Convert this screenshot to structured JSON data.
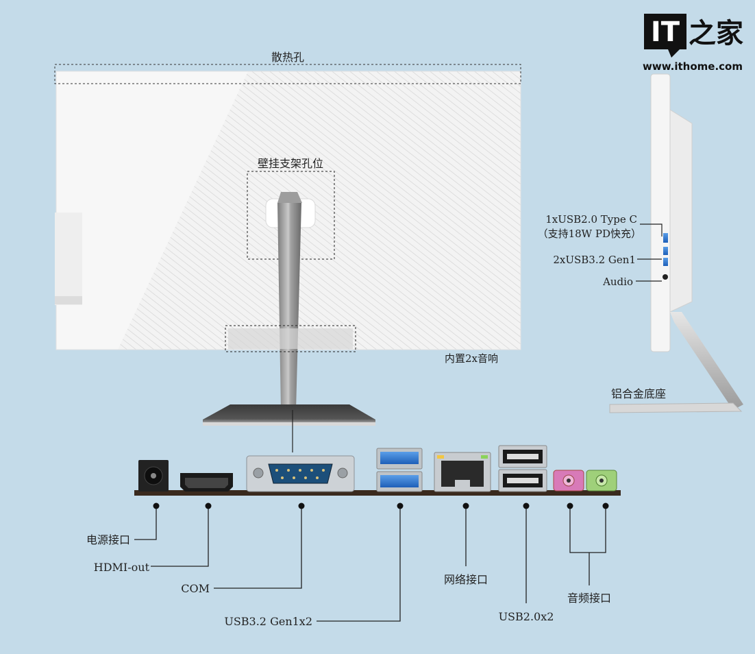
{
  "brand": {
    "logo_it": "IT",
    "logo_cn": "之家",
    "url": "www.ithome.com"
  },
  "rear_view": {
    "vent_label": "散热孔",
    "wall_mount_label": "壁挂支架孔位",
    "speaker_label": "内置2x音响"
  },
  "side_view": {
    "usb_c_label": "1xUSB2.0 Type C",
    "usb_c_note": "（支持18W PD快充）",
    "usb3_label": "2xUSB3.2 Gen1",
    "audio_label": "Audio",
    "base_label": "铝合金底座"
  },
  "io_panel": {
    "power_label": "电源接口",
    "hdmi_label": "HDMI-out",
    "com_label": "COM",
    "usb3_label": "USB3.2 Gen1x2",
    "lan_label": "网络接口",
    "usb2_label": "USB2.0x2",
    "audio_label": "音频接口"
  }
}
